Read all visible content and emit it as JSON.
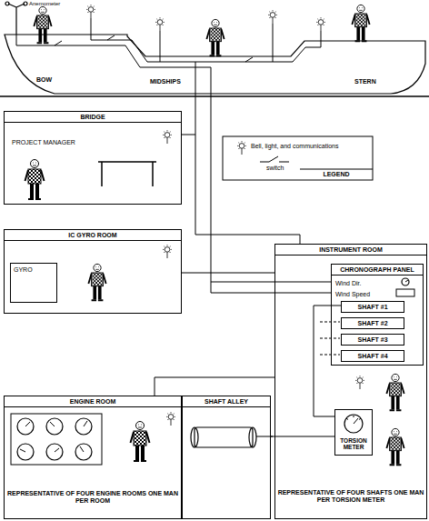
{
  "diagram": {
    "nodes": [
      {
        "text": [
          "BRIDGE",
          "PROJECT MANAGER"
        ]
      },
      {
        "text": [
          "IC GYRO ROOM"
        ]
      },
      {
        "text": [
          "GYRO"
        ],
        "in": 1
      },
      {
        "text": [
          "INSTRUMENT ROOM",
          "REPRESENTATIVE OF FOUR SHAFTS ONE MAN PER TORSION METER"
        ]
      },
      {
        "text": [
          "CHRONOGRAPH PANEL",
          "Wind Dir.",
          "Wind Speed"
        ],
        "in": 3
      },
      {
        "text": [
          "SHAFT #1"
        ],
        "in": 4
      },
      {
        "text": [
          "SHAFT #2"
        ],
        "in": 4
      },
      {
        "text": [
          "SHAFT #3"
        ],
        "in": 4
      },
      {
        "text": [
          "SHAFT #4"
        ],
        "in": 4
      },
      {
        "text": [
          "ENGINE ROOM",
          "REPRESENTATIVE OF FOUR ENGINE ROOMS ONE MAN PER ROOM"
        ]
      },
      {
        "text": [
          "SHAFT ALLEY"
        ]
      },
      {
        "text": [
          "TORSION METER"
        ],
        "in": 3
      }
    ],
    "edges": [
      {
        "from": 0,
        "to": 3,
        "arrow": "none"
      },
      {
        "from": 1,
        "to": 3,
        "arrow": "none"
      },
      {
        "from": 9,
        "to": 3,
        "arrow": "none"
      },
      {
        "from": 10,
        "to": 11,
        "arrow": "none"
      },
      {
        "from": 11,
        "to": 5,
        "arrow": "none"
      }
    ],
    "labels": [
      "Anemometer",
      "BOW",
      "MIDSHIPS",
      "STERN",
      "LEGEND"
    ],
    "legend": [
      {
        "text": "Bell, light, and communications"
      },
      {
        "text": "switch"
      }
    ]
  }
}
